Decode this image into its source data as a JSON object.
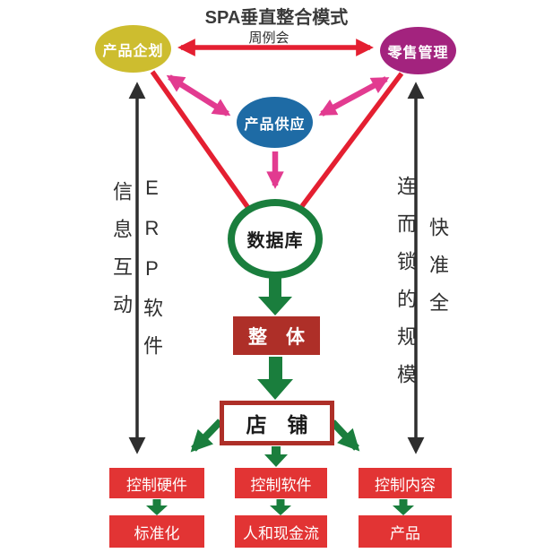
{
  "title": "SPA垂直整合模式",
  "top": {
    "weekly_meeting_label": "周例会",
    "product_planning": "产品企划",
    "retail_management": "零售管理",
    "product_supply": "产品供应"
  },
  "center": {
    "database": "数据库",
    "whole": "整　体",
    "store": "店　铺"
  },
  "sides": {
    "left_outer": "信息互动",
    "left_inner": "ERP软件",
    "right_inner": "连而锁的规模",
    "right_outer": "快准全"
  },
  "bottom": {
    "row1": [
      "控制硬件",
      "控制软件",
      "控制内容"
    ],
    "row2": [
      "标准化",
      "人和现金流",
      "产品"
    ]
  },
  "colors": {
    "olive_node": "#cdbd2f",
    "purple_node": "#a3237e",
    "blue_node": "#1e6ba5",
    "database_green": "#1a7e3d",
    "arrow_red": "#e41f31",
    "arrow_pink": "#e23b90",
    "arrow_green": "#1a7e3d",
    "arrow_black": "#2e2e2e",
    "brick_red_box": "#ae2f28",
    "bright_red_box": "#e23434"
  }
}
